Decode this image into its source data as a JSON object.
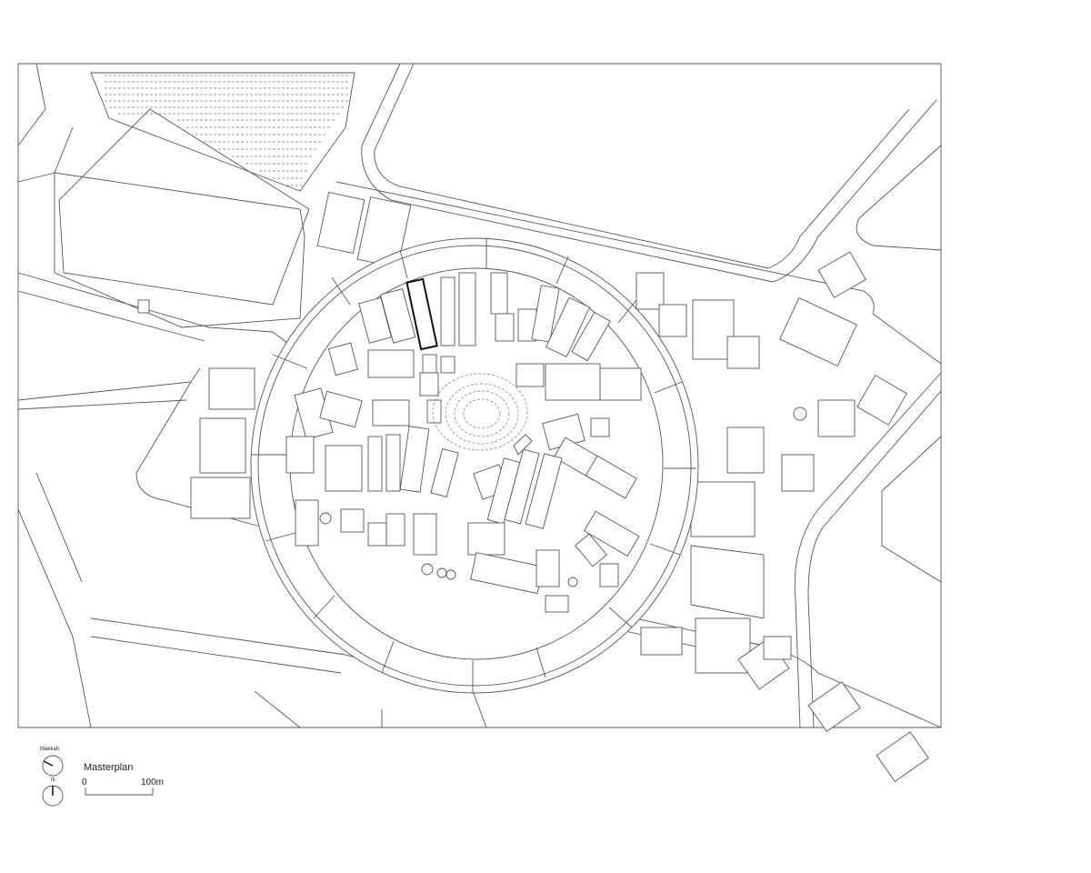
{
  "title": "Masterplan",
  "scale_bar": {
    "start": "0",
    "end": "100m"
  },
  "compass": {
    "makkah_label": "Makkah",
    "north_label": "N"
  },
  "colors": {
    "line": "#555555",
    "highlight": "#111111",
    "background": "#ffffff"
  }
}
